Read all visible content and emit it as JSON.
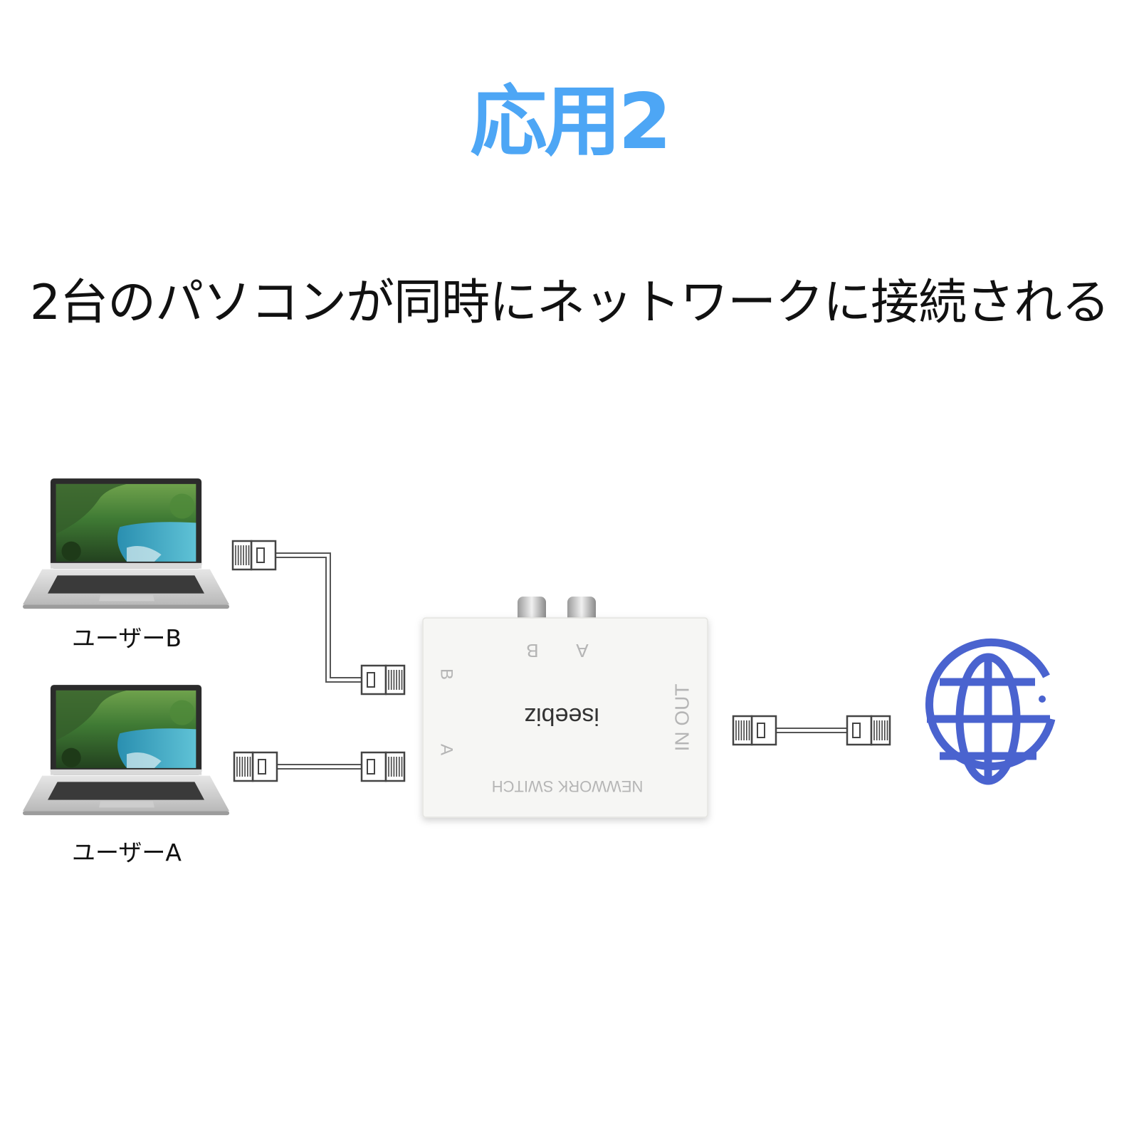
{
  "header": {
    "title": "応用2",
    "subtitle": "2台のパソコンが同時にネットワークに接続される"
  },
  "colors": {
    "title": "#4da6f5",
    "globe": "#4a63cf",
    "cable": "#555555",
    "device": "#f6f6f4"
  },
  "devices": {
    "laptop_b": {
      "label": "ユーザーB"
    },
    "laptop_a": {
      "label": "ユーザーA"
    }
  },
  "switch": {
    "brand": "iseebiz",
    "name": "NEWWORK SWITCH",
    "top_ports": [
      "B",
      "A"
    ],
    "side_ports": [
      "B",
      "A"
    ],
    "in_out_label": "IN OUT"
  },
  "icons": {
    "internet": "globe-icon",
    "laptop": "laptop-icon",
    "cable_connector": "rj45-connector-icon"
  }
}
